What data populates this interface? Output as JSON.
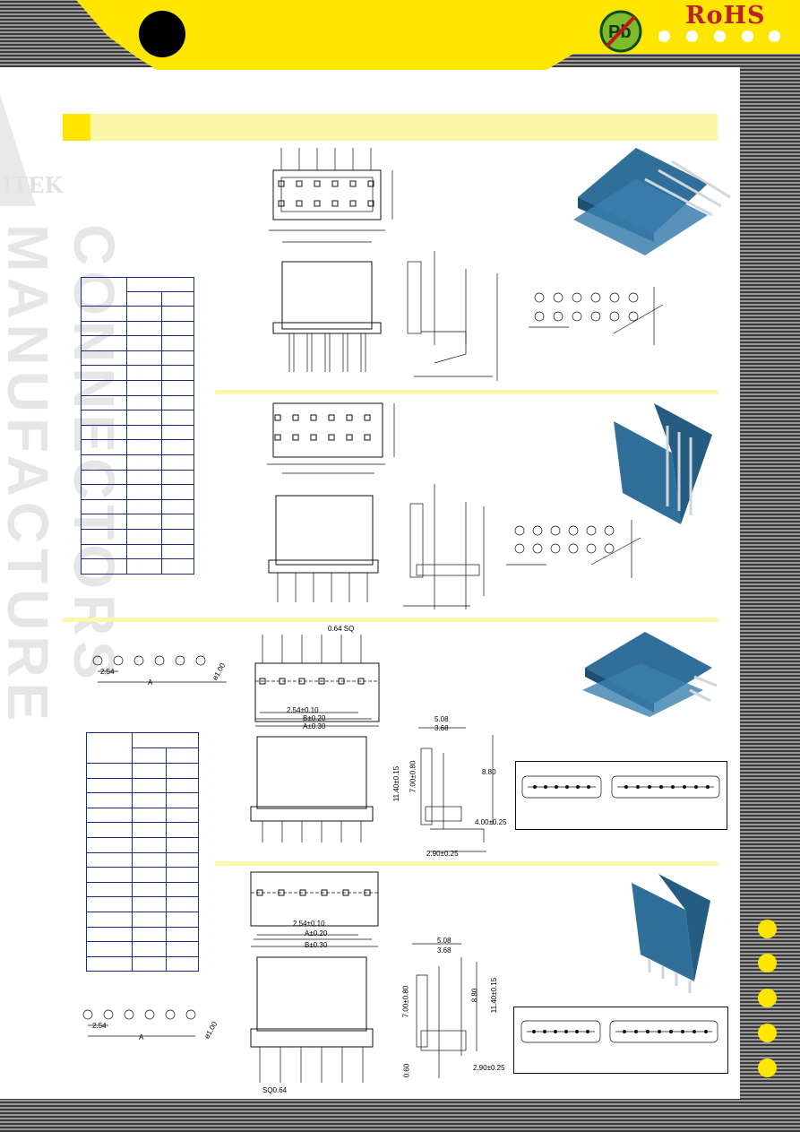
{
  "header": {
    "rohs_label": "RoHS",
    "pb_label": "Pb"
  },
  "brand": {
    "logo_text": "ITEK",
    "side_text": "CONNECTORS MANUFACTURE"
  },
  "section3": {
    "pitch_dim": "2.54",
    "length_dim": "A",
    "hole_dim": "ø1.00",
    "sq_dim": "0.64 SQ",
    "pitch_tol": "2.54±0.10",
    "b_tol": "B±0.20",
    "a_tol": "A±0.30",
    "w1": "5.08",
    "w2": "3.68",
    "h1": "11.40±0.15",
    "h2": "7.00±0.80",
    "h3": "8.80",
    "h4": "4.00±0.25",
    "h5": "2.90±0.25"
  },
  "section4": {
    "pitch_tol": "2.54±0.10",
    "a_tol": "A±0.20",
    "b_tol": "B±0.30",
    "w1": "5.08",
    "w2": "3.68",
    "h2": "7.00±0.80",
    "h3": "8.80",
    "h1": "11.40±0.15",
    "h5": "2.90±0.25",
    "h6": "0.60",
    "sq": "SQ0.64",
    "pitch_dim": "2.54",
    "length_dim": "A",
    "hole_dim": "ø1.00"
  },
  "colors": {
    "yellow": "#ffe600",
    "connector_blue": "#2f6f9a",
    "table_border": "#1a2a7a"
  }
}
